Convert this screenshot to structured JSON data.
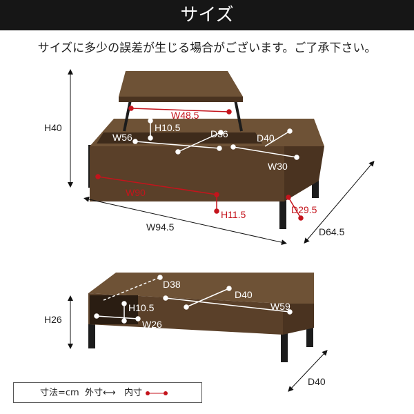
{
  "header": {
    "title": "サイズ"
  },
  "notice": "サイズに多少の誤差が生じる場合がございます。ご了承下さい。",
  "colors": {
    "header_bg": "#161616",
    "wood": "#5a4029",
    "inner_dimension": "#c4141c",
    "legs": "#1c1c1c"
  },
  "top_view": {
    "outer": {
      "height": "H40",
      "width": "W94.5",
      "depth": "D64.5"
    },
    "inner": {
      "lift_top": "W48.5",
      "front_width": "W90",
      "front_height": "H11.5",
      "front_depth": "D29.5"
    },
    "white": {
      "box_height": "H10.5",
      "box_depth": "D36",
      "box_width": "W56",
      "right_depth": "D40",
      "right_width": "W30"
    }
  },
  "bottom_view": {
    "outer": {
      "height": "H26",
      "depth": "D40"
    },
    "white": {
      "shelf_depth": "D38",
      "top_depth": "D40",
      "shelf_height": "H10.5",
      "top_width": "W59",
      "shelf_width": "W26"
    }
  },
  "legend": {
    "unit": "寸法=cm",
    "outer": "外寸",
    "inner": "内寸"
  }
}
